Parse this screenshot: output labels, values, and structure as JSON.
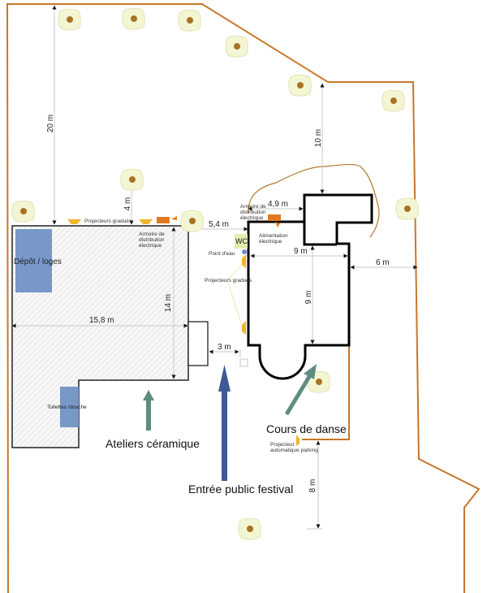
{
  "title": "Plan du site festival",
  "colors": {
    "boundary": "#c9762a",
    "building_outline": "#000000",
    "room_fill": "#7898c8",
    "tree_fill": "#f4f5d2",
    "tree_trunk": "#a87424",
    "projector": "#f0b429",
    "electrical_box": "#e07a22",
    "arrow_green": "#5e8c80",
    "arrow_blue": "#3e5a94",
    "water_point": "#6a8fd4",
    "wc_fill": "#e4ecb0",
    "dimension_line": "#cccccc"
  },
  "rooms": {
    "depot": "Dépôt / loges",
    "toilettes": "Toilettes /douche",
    "wc": "WC"
  },
  "labels": {
    "projecteurs_gradues_top": "Projecteurs gradués",
    "armoire_1": [
      "Armoire de",
      "distribution",
      "électrique"
    ],
    "armoire_2": [
      "Armoire de",
      "distribution",
      "électrique"
    ],
    "alimentation": [
      "Alimentation",
      "électrique"
    ],
    "point_eau": "Point d'eau",
    "projecteurs_gradues_side": "Projecteurs gradués",
    "projecteur_parking": [
      "Projecteur",
      "automatique parking"
    ],
    "ateliers": "Ateliers céramique",
    "entree": "Entrée public festival",
    "cours_danse": "Cours de danse"
  },
  "dimensions": {
    "d20": "20 m",
    "d4": "4 m",
    "d5_4": "5,4 m",
    "d4_9": "4,9 m",
    "d10": "10 m",
    "d9_h": "9 m",
    "d9_v": "9 m",
    "d6": "6 m",
    "d15_8": "15,8 m",
    "d14": "14 m",
    "d3": "3 m",
    "d8": "8 m"
  }
}
